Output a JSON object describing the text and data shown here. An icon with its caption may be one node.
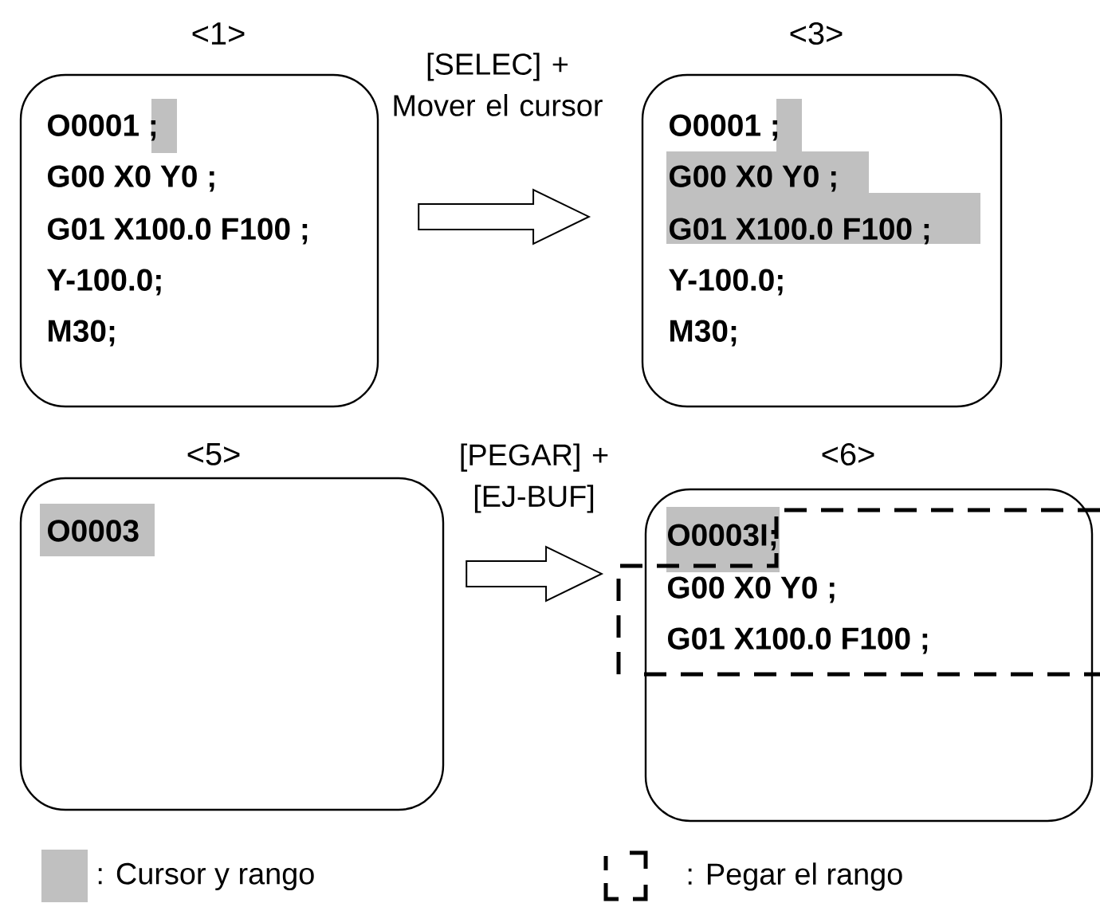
{
  "diagram": {
    "nodes": [
      {
        "text": [
          "<1>",
          "O0001 ;",
          "G00 X0 Y0 ;",
          "G01 X100.0 F100 ;",
          "Y-100.0;",
          "M30;"
        ]
      },
      {
        "text": [
          "<3>",
          "O0001 ;",
          "G00 X0 Y0 ;",
          "G01 X100.0 F100 ;",
          "Y-100.0;",
          "M30;"
        ]
      },
      {
        "text": [
          "<5>",
          "O0003"
        ]
      },
      {
        "text": [
          "<6>",
          "O0003I;",
          "G00 X0 Y0 ;",
          "G01 X100.0 F100 ;"
        ]
      }
    ],
    "edges": [
      {
        "from": 0,
        "to": 1,
        "arrow": "to",
        "label": "[SELEC] + Mover el cursor"
      },
      {
        "from": 2,
        "to": 3,
        "arrow": "to",
        "label": "[PEGAR] + [EJ-BUF]"
      }
    ],
    "legend": [
      {
        "text": ": Cursor y rango",
        "color": "#c0c0c0"
      },
      {
        "text": ": Pegar el rango"
      }
    ]
  }
}
